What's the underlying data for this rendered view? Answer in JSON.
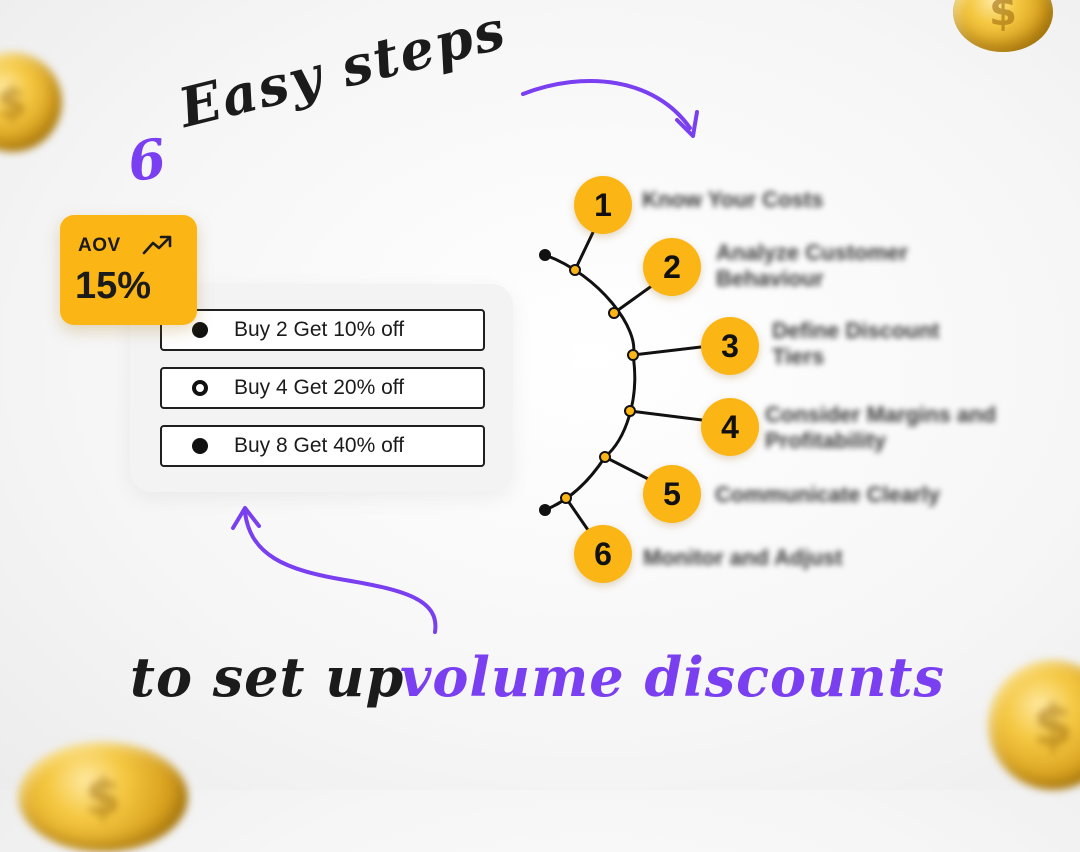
{
  "heading": {
    "number": "6",
    "rest": "Easy steps",
    "subtitle_black": "to set up",
    "subtitle_purple": "volume discounts"
  },
  "colors": {
    "purple": "#7a3ff0",
    "yellow": "#fbb514",
    "ink": "#1b1b1b"
  },
  "aov_badge": {
    "label": "AOV",
    "value": "15%",
    "icon": "trend-up-icon"
  },
  "offers": [
    {
      "label": "Buy 2 Get 10% off",
      "selected": false
    },
    {
      "label": "Buy 4 Get 20% off",
      "selected": true
    },
    {
      "label": "Buy 8 Get 40% off",
      "selected": false
    }
  ],
  "steps": [
    {
      "number": "1",
      "text": "Know Your Costs"
    },
    {
      "number": "2",
      "text": "Analyze Customer Behaviour"
    },
    {
      "number": "3",
      "text": "Define Discount Tiers"
    },
    {
      "number": "4",
      "text": "Consider Margins and Profitability"
    },
    {
      "number": "5",
      "text": "Communicate Clearly"
    },
    {
      "number": "6",
      "text": "Monitor and Adjust"
    }
  ]
}
